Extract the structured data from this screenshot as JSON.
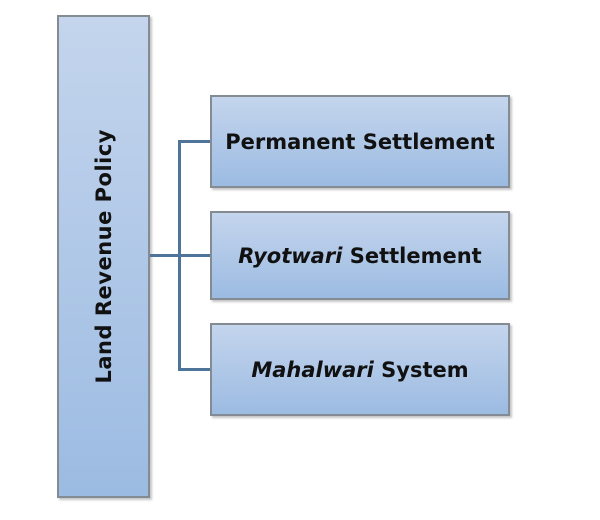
{
  "diagram": {
    "root_label": "Land Revenue Policy",
    "children": [
      {
        "italic": "",
        "regular": "Permanent Settlement"
      },
      {
        "italic": "Ryotwari",
        "regular": " Settlement"
      },
      {
        "italic": "Mahalwari",
        "regular": " System"
      }
    ]
  },
  "colors": {
    "node_fill_top": "#c4d5ed",
    "node_fill_bottom": "#9cbbe2",
    "node_border": "#848b93",
    "connector": "#4e7499",
    "text": "#111111",
    "background": "#ffffff"
  }
}
